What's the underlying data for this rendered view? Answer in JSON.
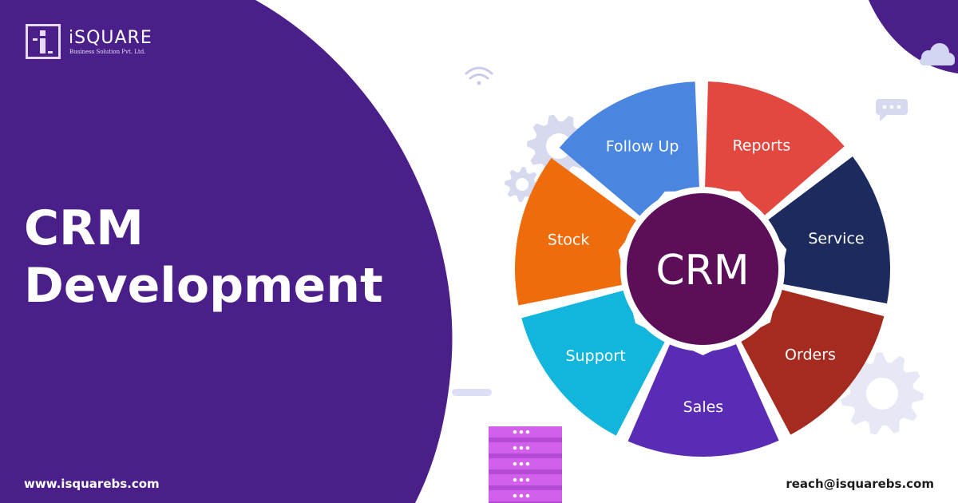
{
  "brand": {
    "name": "iSQUARE",
    "tagline": "Business Solution Pvt. Ltd."
  },
  "headline": {
    "line1": "CRM",
    "line2": "Development"
  },
  "wheel": {
    "center_label": "CRM",
    "segments": [
      {
        "label": "Follow Up",
        "color": "#4a86e0"
      },
      {
        "label": "Reports",
        "color": "#e2483f"
      },
      {
        "label": "Service",
        "color": "#1d2a5e"
      },
      {
        "label": "Orders",
        "color": "#a52a1f"
      },
      {
        "label": "Sales",
        "color": "#5a2bb5"
      },
      {
        "label": "Support",
        "color": "#12b5dc"
      },
      {
        "label": "Stock",
        "color": "#ef6c0c"
      }
    ]
  },
  "footer": {
    "website": "www.isquarebs.com",
    "email": "reach@isquarebs.com"
  },
  "colors": {
    "primary_purple": "#4a1f8a",
    "hub": "#5c0f58",
    "accent_light": "#dcdff6"
  },
  "icons": [
    "wifi-icon",
    "cloud-icon",
    "chat-bubble-icon",
    "gear-icon",
    "server-rack-icon"
  ]
}
